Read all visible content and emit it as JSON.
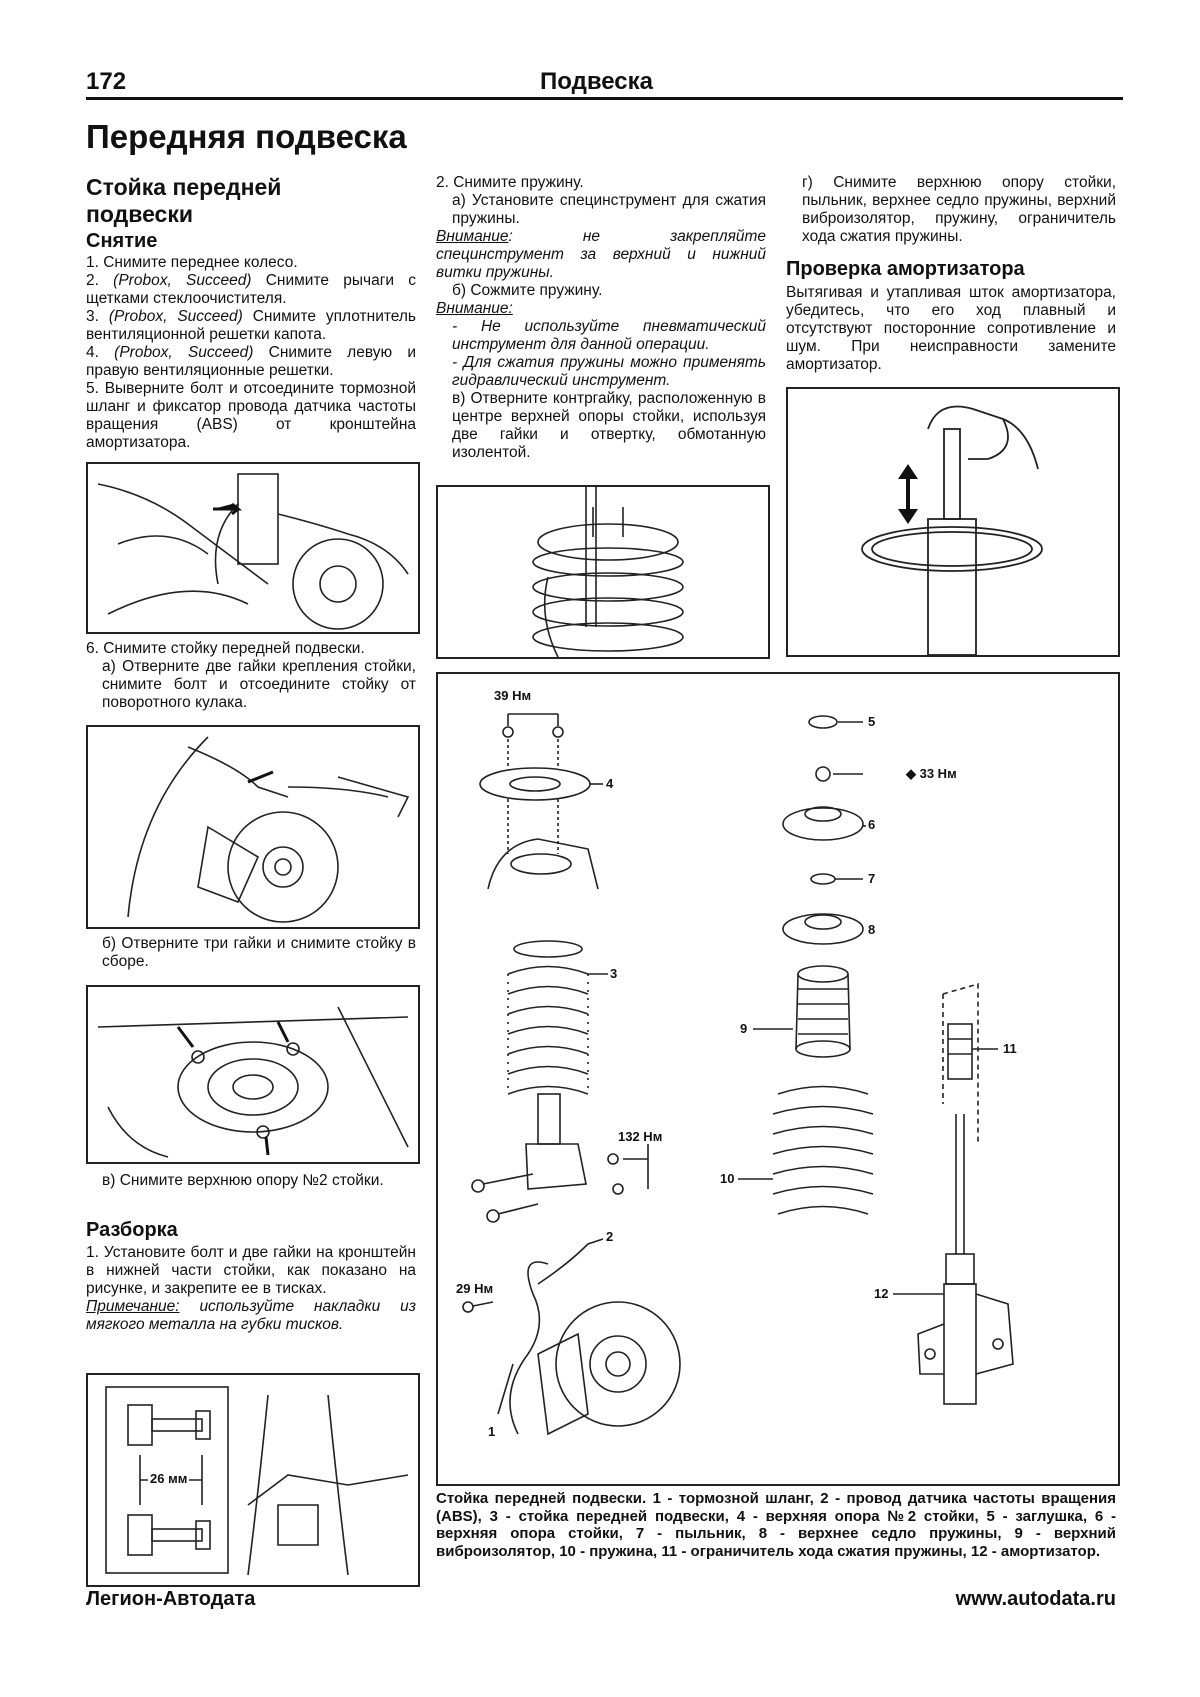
{
  "header": {
    "page_number": "172",
    "section": "Подвеска"
  },
  "page_title": "Передняя подвеска",
  "col1": {
    "heading": "Стойка передней подвески",
    "removal_heading": "Снятие",
    "step1": "1. Снимите переднее колесо.",
    "step2_prefix": "2. ",
    "step2_models": "(Probox, Succeed)",
    "step2_text": " Снимите рычаги с щетками стеклоочистителя.",
    "step3_prefix": "3. ",
    "step3_models": "(Probox, Succeed)",
    "step3_text": " Снимите уплотнитель вентиляционной решетки капота.",
    "step4_prefix": "4. ",
    "step4_models": "(Probox, Succeed)",
    "step4_text": " Снимите левую и правую вентиляционные решетки.",
    "step5": "5. Выверните болт и отсоедините тормозной шланг и фиксатор провода датчика частоты вращения (ABS) от кронштейна амортизатора.",
    "step6": "6. Снимите стойку передней подвески.",
    "step6a": "а) Отверните две гайки крепления стойки, снимите болт и отсоедините стойку от поворотного кулака.",
    "step6b": "б) Отверните три гайки и снимите стойку в сборе.",
    "step6c": "в) Снимите верхнюю опору №2 стойки.",
    "disassembly_heading": "Разборка",
    "dis1": "1. Установите болт и две гайки на кронштейн в нижней части стойки, как показано на рисунке, и закрепите ее в тисках.",
    "note_label": "Примечание:",
    "note_text": " используйте накладки из мягкого металла на губки тисков.",
    "fig_dim": "26 мм"
  },
  "col2": {
    "step2": "2. Снимите пружину.",
    "step2a": "а) Установите специнструмент для сжатия пружины.",
    "warn1_label": "Внимание",
    "warn1_text": ": не закрепляйте специнструмент за верхний и нижний витки пружины.",
    "step2b": "б) Сожмите пружину.",
    "warn2_label": "Внимание:",
    "warn2_item1": "- Не используйте пневматический инструмент для данной операции.",
    "warn2_item2": "- Для сжатия пружины можно применять гидравлический инструмент.",
    "step2c": "в) Отверните контргайку, расположенную в центре верхней опоры стойки, используя две гайки и отвертку, обмотанную изолентой."
  },
  "col3": {
    "step2d": "г) Снимите верхнюю опору стойки, пыльник, верхнее седло пружины, верхний виброизолятор, пружину, ограничитель хода сжатия пружины.",
    "check_heading": "Проверка амортизатора",
    "check_text": "Вытягивая и утапливая шток амортизатора, убедитесь, что его ход плавный и отсутствуют посторонние сопротивление и шум. При неисправности замените амортизатор."
  },
  "diagram": {
    "torque_39": "39 Нм",
    "torque_33": "◆ 33 Нм",
    "torque_132": "132 Нм",
    "torque_29": "29 Нм",
    "labels": [
      "1",
      "2",
      "3",
      "4",
      "5",
      "6",
      "7",
      "8",
      "9",
      "10",
      "11",
      "12"
    ],
    "caption": "Стойка передней подвески. 1 - тормозной шланг, 2 - провод датчика частоты вращения (ABS), 3 - стойка передней подвески, 4 - верхняя опора №2 стойки, 5 - заглушка, 6 - верхняя опора стойки, 7 - пыльник, 8 - верхнее седло пружины, 9 - верхний виброизолятор, 10 - пружина, 11 - ограничитель хода сжатия пружины, 12 - амортизатор."
  },
  "footer": {
    "left": "Легион-Автодата",
    "right": "www.autodata.ru"
  }
}
